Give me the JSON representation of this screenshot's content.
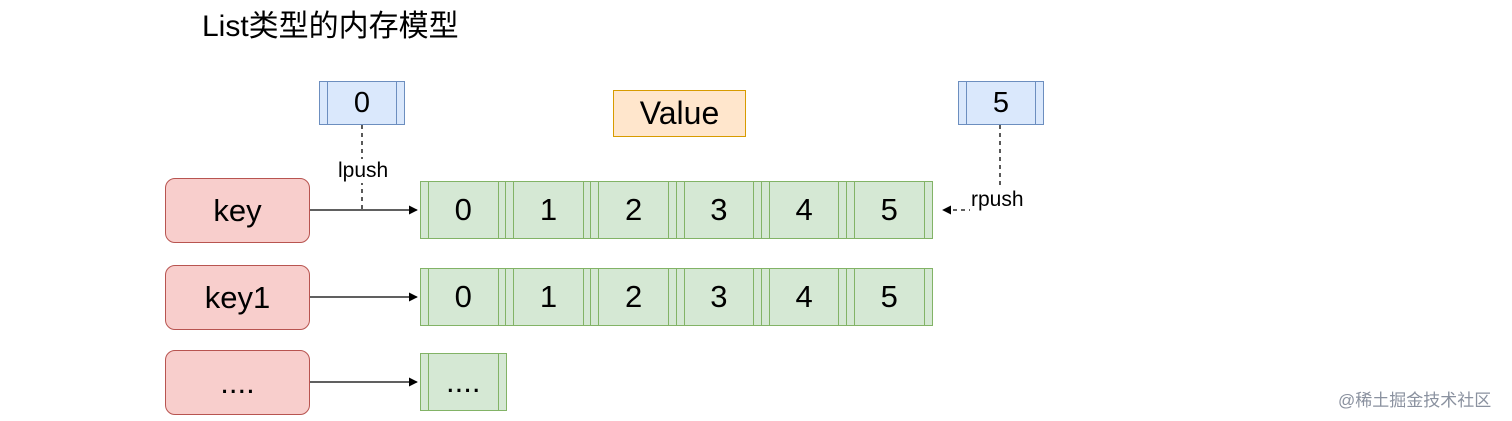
{
  "title": "List类型的内存模型",
  "value_label": "Value",
  "head_index": "0",
  "tail_index": "5",
  "lpush_label": "lpush",
  "rpush_label": "rpush",
  "rows": [
    {
      "key": "key",
      "cells": [
        "0",
        "1",
        "2",
        "3",
        "4",
        "5"
      ]
    },
    {
      "key": "key1",
      "cells": [
        "0",
        "1",
        "2",
        "3",
        "4",
        "5"
      ]
    },
    {
      "key": "....",
      "cells": [
        "...."
      ]
    }
  ],
  "watermark": "@稀土掘金技术社区",
  "colors": {
    "key_fill": "#f8cecc",
    "key_stroke": "#b85450",
    "cell_fill": "#d5e8d4",
    "cell_stroke": "#82b366",
    "index_fill": "#dae8fc",
    "index_stroke": "#6c8ebf",
    "value_fill": "#ffe6cc",
    "value_stroke": "#d79b00"
  }
}
